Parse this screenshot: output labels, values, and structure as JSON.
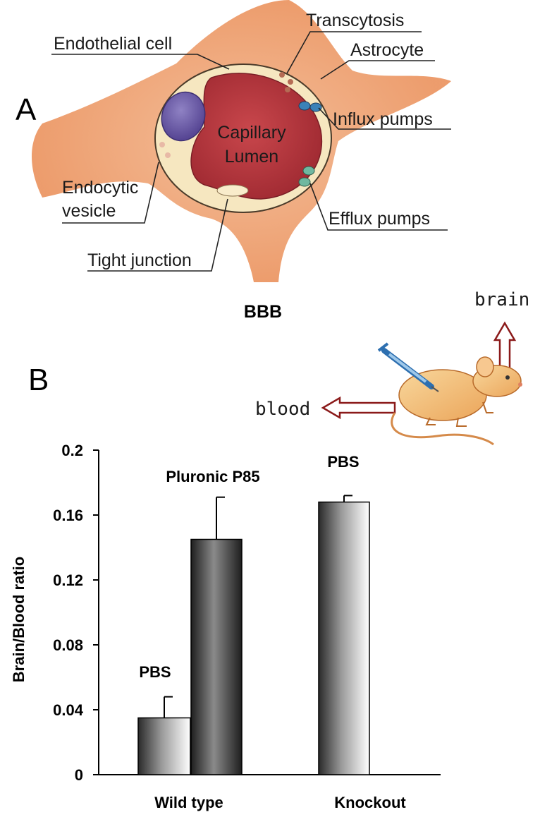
{
  "panel_a": {
    "letter": "A",
    "title": "BBB",
    "labels": {
      "endothelial_cell": "Endothelial cell",
      "transcytosis": "Transcytosis",
      "astrocyte": "Astrocyte",
      "influx_pumps": "Influx pumps",
      "capillary": "Capillary",
      "lumen": "Lumen",
      "endocytic": "Endocytic",
      "vesicle": "vesicle",
      "efflux_pumps": "Efflux pumps",
      "tight_junction": "Tight junction"
    },
    "colors": {
      "astrocyte": "#eda070",
      "endothelium": "#f6e7c0",
      "lumen": "#b5383d",
      "nucleus": "#6b5aa6"
    }
  },
  "panel_b": {
    "letter": "B",
    "arrow_labels": {
      "brain": "brain",
      "blood": "blood"
    },
    "icons": [
      "mouse-icon",
      "syringe-icon"
    ]
  },
  "chart_data": {
    "type": "bar",
    "ylabel": "Brain/Blood ratio",
    "ylim": [
      0,
      0.2
    ],
    "yticks": [
      0,
      0.04,
      0.08,
      0.12,
      0.16,
      0.2
    ],
    "ytick_labels": [
      "0",
      "0.04",
      "0.08",
      "0.12",
      "0.16",
      "0.2"
    ],
    "groups": [
      "Wild type",
      "Knockout"
    ],
    "bars": [
      {
        "group": "Wild type",
        "label": "PBS",
        "value": 0.035,
        "error": 0.013,
        "style": "light"
      },
      {
        "group": "Wild type",
        "label": "Pluronic P85",
        "value": 0.145,
        "error": 0.026,
        "style": "dark"
      },
      {
        "group": "Knockout",
        "label": "PBS",
        "value": 0.168,
        "error": 0.004,
        "style": "light"
      }
    ],
    "grid": false
  }
}
